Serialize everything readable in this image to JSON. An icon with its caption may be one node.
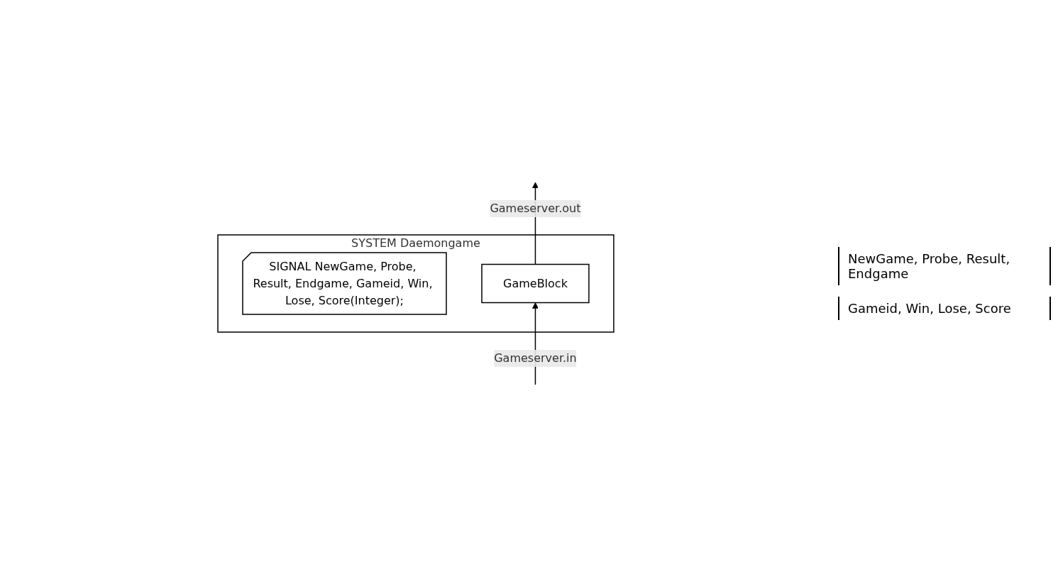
{
  "diagram": {
    "nodes": [
      {
        "text": [
          "SYSTEM Daemongame"
        ]
      },
      {
        "text": [
          "SIGNAL NewGame, Probe, Result, Endgame, Gameid, Win, Lose, Score(Integer);"
        ],
        "in": 0
      },
      {
        "text": [
          "GameBlock"
        ],
        "in": 0
      }
    ],
    "edges": [
      {
        "from": null,
        "to": 2,
        "arrow": "to",
        "label": "Gameserver.in"
      },
      {
        "from": 2,
        "to": null,
        "arrow": "to",
        "label": "Gameserver.out"
      }
    ],
    "labels": [
      "NewGame, Probe, Result, Endgame",
      "Gameid, Win, Lose, Score"
    ]
  }
}
